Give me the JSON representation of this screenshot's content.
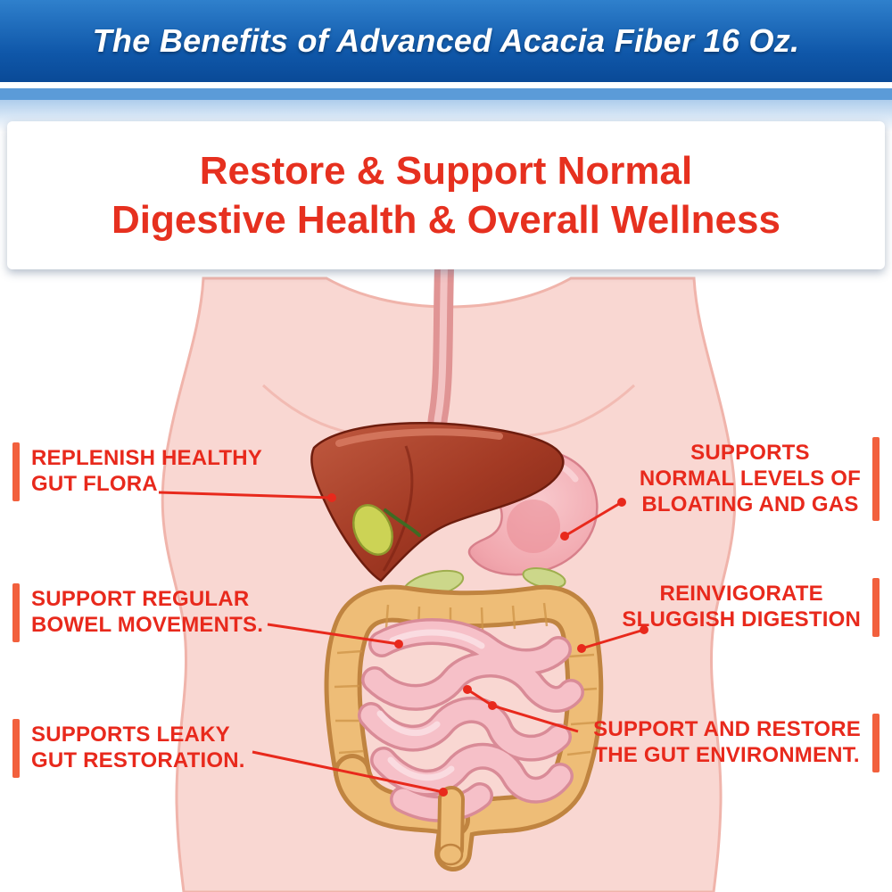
{
  "header": {
    "title": "The Benefits of Advanced Acacia Fiber 16 Oz."
  },
  "headline": {
    "line1": "Restore & Support Normal",
    "line2": "Digestive Health & Overall Wellness"
  },
  "callouts": {
    "left": [
      {
        "lines": [
          "REPLENISH HEALTHY",
          "GUT FLORA"
        ]
      },
      {
        "lines": [
          "SUPPORT REGULAR",
          "BOWEL MOVEMENTS."
        ]
      },
      {
        "lines": [
          "SUPPORTS LEAKY",
          "GUT RESTORATION."
        ]
      }
    ],
    "right": [
      {
        "lines": [
          "SUPPORTS",
          "NORMAL LEVELS OF",
          "BLOATING AND GAS"
        ]
      },
      {
        "lines": [
          "REINVIGORATE",
          "SLUGGISH DIGESTION"
        ]
      },
      {
        "lines": [
          "SUPPORT AND RESTORE",
          "THE GUT ENVIRONMENT."
        ]
      }
    ]
  },
  "illustration": {
    "subject": "human torso with digestive system",
    "organs": [
      "esophagus",
      "liver",
      "gallbladder",
      "stomach",
      "pancreas",
      "small intestine",
      "large intestine",
      "rectum"
    ]
  },
  "colors": {
    "header_blue": "#0f57a9",
    "header_stripe_blue": "#5b9bd8",
    "headline_red": "#e6301f",
    "callout_red": "#e8291c",
    "accent_orange": "#f2603d",
    "torso_pink": "#f9d7d2",
    "liver_red": "#a33a24",
    "stomach_pink": "#f1a6ad",
    "intestine_tan": "#eebd77",
    "small_intestine_pink": "#f6c0c8",
    "gallbladder_green": "#ccd355"
  }
}
